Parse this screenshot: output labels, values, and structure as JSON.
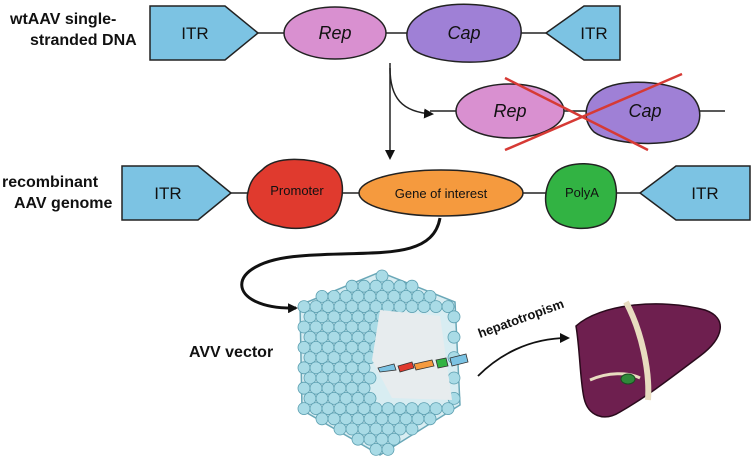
{
  "labels": {
    "wt_line1": "wtAAV single-",
    "wt_line2": "stranded DNA",
    "rec_line1": "recombinant",
    "rec_line2": "AAV genome",
    "vector": "AVV vector",
    "tropism": "hepatotropism"
  },
  "wt_genome": {
    "itr_left": "ITR",
    "rep": "Rep",
    "cap": "Cap",
    "itr_right": "ITR"
  },
  "removed": {
    "rep": "Rep",
    "cap": "Cap"
  },
  "rec_genome": {
    "itr_left": "ITR",
    "promoter": "Promoter",
    "gene": "Gene of interest",
    "polya": "PolyA",
    "itr_right": "ITR"
  },
  "colors": {
    "itr": "#7cc3e3",
    "rep": "#d990d0",
    "cap": "#9f80d6",
    "promoter": "#e03a2e",
    "gene": "#f59a3e",
    "polya": "#32b343",
    "capsid": "#a9dbe6",
    "liver": "#6e1f4f",
    "cross": "#d63a35"
  }
}
